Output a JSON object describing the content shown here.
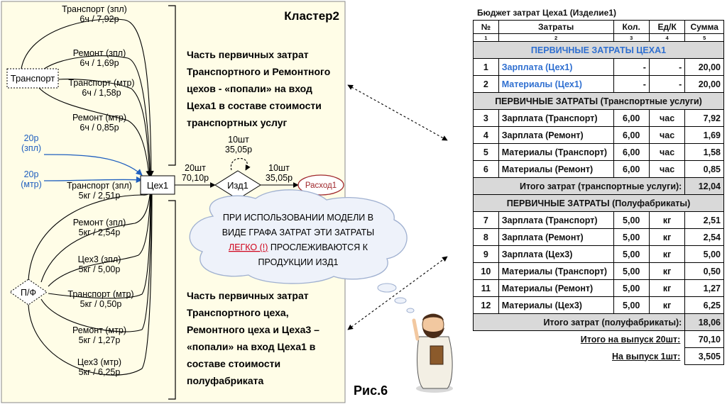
{
  "cluster_title": "Кластер2",
  "figure_caption": "Рис.6",
  "nodes": {
    "transport": "Транспорт",
    "pf": "П/Ф",
    "shop1": "Цех1",
    "product": "Изд1",
    "expense": "Расход1"
  },
  "top_edges": [
    {
      "l1": "Транспорт (зпл)",
      "l2": "6ч / 7,92р"
    },
    {
      "l1": "Ремонт (зпл)",
      "l2": "6ч / 1,69р"
    },
    {
      "l1": "Транспорт (мтр)",
      "l2": "6ч / 1,58р"
    },
    {
      "l1": "Ремонт (мтр)",
      "l2": "6ч / 0,85р"
    }
  ],
  "blue_inputs": [
    {
      "l1": "20р",
      "l2": "(зпл)"
    },
    {
      "l1": "20р",
      "l2": "(мтр)"
    }
  ],
  "bottom_edges": [
    {
      "l1": "Транспорт (зпл)",
      "l2": "5кг / 2,51р"
    },
    {
      "l1": "Ремонт (зпл)",
      "l2": "5кг / 2,54р"
    },
    {
      "l1": "Цех3 (зпл)",
      "l2": "5кг / 5,00р"
    },
    {
      "l1": "Транспорт (мтр)",
      "l2": "5кг / 0,50р"
    },
    {
      "l1": "Ремонт (мтр)",
      "l2": "5кг / 1,27р"
    },
    {
      "l1": "Цех3 (мтр)",
      "l2": "5кг / 6,25р"
    }
  ],
  "flow_labels": {
    "to_product_l1": "20шт",
    "to_product_l2": "70,10р",
    "loop_l1": "10шт",
    "loop_l2": "35,05р",
    "to_expense_l1": "10шт",
    "to_expense_l2": "35,05р"
  },
  "note_top": [
    "Часть первичных затрат",
    "Транспортного и Ремонтного",
    "цехов - «попали» на вход",
    "Цеха1 в составе стоимости",
    "транспортных услуг"
  ],
  "note_bottom": [
    "Часть первичных затрат",
    "Транспортного цеха,",
    "Ремонтного цеха и Цеха3 –",
    "«попали» на вход Цеха1 в",
    "составе стоимости",
    "полуфабриката"
  ],
  "cloud": {
    "l1": "ПРИ ИСПОЛЬЗОВАНИИ МОДЕЛИ В",
    "l2": "ВИДЕ ГРАФА ЗАТРАТ ЭТИ ЗАТРАТЫ",
    "l3_red": "ЛЕГКО (!)",
    "l3_rest": " ПРОСЛЕЖИВАЮТСЯ К",
    "l4": "ПРОДУКЦИИ ИЗД1"
  },
  "table": {
    "title": "Бюджет затрат Цеха1 (Изделие1)",
    "headers": [
      "№",
      "Затраты",
      "Кол.",
      "Ед/К",
      "Сумма"
    ],
    "col_numbers": [
      "1",
      "2",
      "3",
      "4",
      "5"
    ],
    "sec1": "ПЕРВИЧНЫЕ ЗАТРАТЫ ЦЕХА1",
    "sec1_rows": [
      [
        "1",
        "Зарплата (Цех1)",
        "-",
        "-",
        "20,00"
      ],
      [
        "2",
        "Материалы (Цех1)",
        "-",
        "-",
        "20,00"
      ]
    ],
    "sec2": "ПЕРВИЧНЫЕ ЗАТРАТЫ (Транспортные услуги)",
    "sec2_rows": [
      [
        "3",
        "Зарплата (Транспорт)",
        "6,00",
        "час",
        "7,92"
      ],
      [
        "4",
        "Зарплата (Ремонт)",
        "6,00",
        "час",
        "1,69"
      ],
      [
        "5",
        "Материалы (Транспорт)",
        "6,00",
        "час",
        "1,58"
      ],
      [
        "6",
        "Материалы (Ремонт)",
        "6,00",
        "час",
        "0,85"
      ]
    ],
    "sec2_total_label": "Итого затрат (транспортные услуги):",
    "sec2_total": "12,04",
    "sec3": "ПЕРВИЧНЫЕ ЗАТРАТЫ (Полуфабрикаты)",
    "sec3_rows": [
      [
        "7",
        "Зарплата (Транспорт)",
        "5,00",
        "кг",
        "2,51"
      ],
      [
        "8",
        "Зарплата (Ремонт)",
        "5,00",
        "кг",
        "2,54"
      ],
      [
        "9",
        "Зарплата (Цех3)",
        "5,00",
        "кг",
        "5,00"
      ],
      [
        "10",
        "Материалы (Транспорт)",
        "5,00",
        "кг",
        "0,50"
      ],
      [
        "11",
        "Материалы (Ремонт)",
        "5,00",
        "кг",
        "1,27"
      ],
      [
        "12",
        "Материалы (Цех3)",
        "5,00",
        "кг",
        "6,25"
      ]
    ],
    "sec3_total_label": "Итого затрат (полуфабрикаты):",
    "sec3_total": "18,06",
    "out20_label": "Итого на выпуск 20шт:",
    "out20": "70,10",
    "out1_label": "На выпуск 1шт:",
    "out1": "3,505"
  },
  "colors": {
    "panel_bg": "#fffde7",
    "blue": "#1f5fbf",
    "red": "#d0021b",
    "expense_border": "#a0282c",
    "table_grey": "#d9d9d9"
  }
}
